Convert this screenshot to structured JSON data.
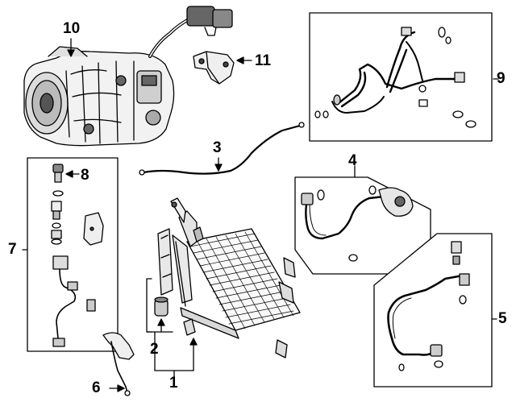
{
  "callouts": {
    "c1": "1",
    "c2": "2",
    "c3": "3",
    "c4": "4",
    "c5": "5",
    "c6": "6",
    "c7": "7",
    "c8": "8",
    "c9": "9",
    "c10": "10",
    "c11": "11"
  },
  "parts": [
    {
      "callout": "1",
      "icon": "condenser-icon"
    },
    {
      "callout": "2",
      "icon": "receiver-drier-icon"
    },
    {
      "callout": "3",
      "icon": "ac-line-icon"
    },
    {
      "callout": "4",
      "icon": "discharge-hose-icon"
    },
    {
      "callout": "5",
      "icon": "suction-hose-icon"
    },
    {
      "callout": "6",
      "icon": "bracket-icon"
    },
    {
      "callout": "7",
      "icon": "pressure-switch-kit-icon"
    },
    {
      "callout": "8",
      "icon": "pressure-sensor-icon"
    },
    {
      "callout": "9",
      "icon": "hose-assembly-icon"
    },
    {
      "callout": "10",
      "icon": "compressor-icon"
    },
    {
      "callout": "11",
      "icon": "compressor-bracket-icon"
    }
  ],
  "colors": {
    "ink": "#000000",
    "background": "#ffffff",
    "fill_dark": "#555555",
    "fill_light": "#e8e8e8"
  }
}
